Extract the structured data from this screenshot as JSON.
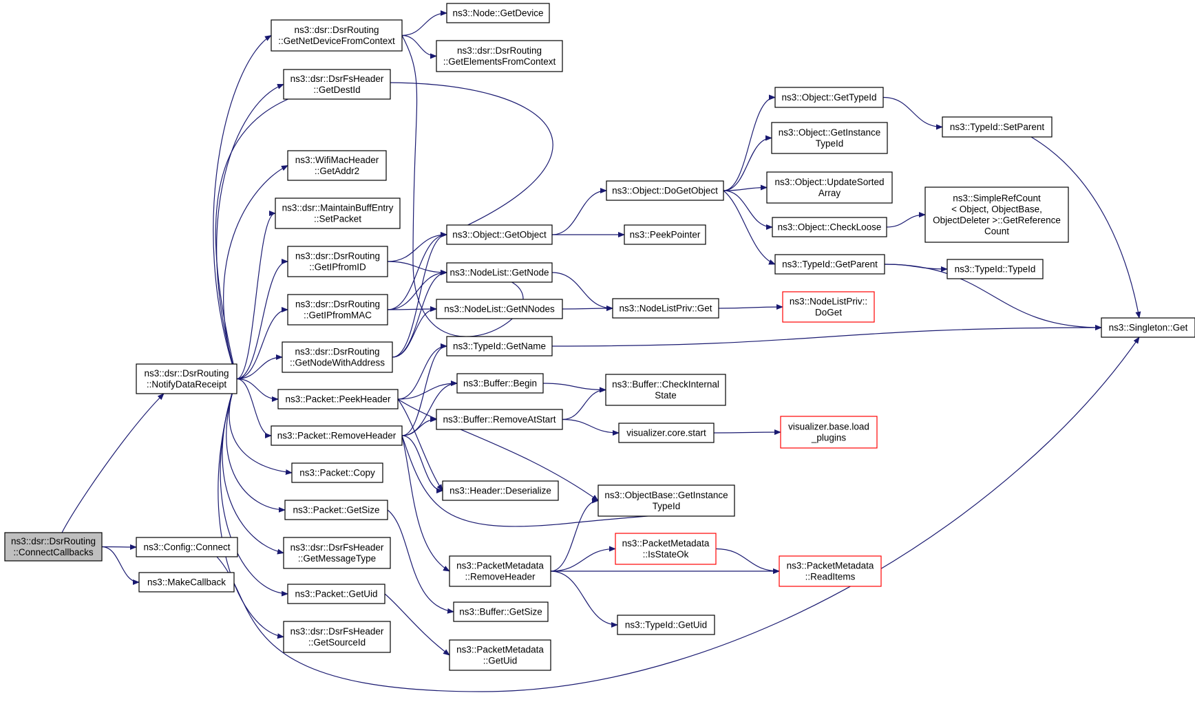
{
  "colors": {
    "edge": "#191970",
    "node_border": "#000000",
    "node_fill": "#ffffff",
    "root_fill": "#bfbfbf",
    "truncated_border": "#ff0000"
  },
  "nodes": {
    "n_connectcallbacks": {
      "lines": [
        "ns3::dsr::DsrRouting",
        "::ConnectCallbacks"
      ],
      "style": "root"
    },
    "n_notifydatareceipt": {
      "lines": [
        "ns3::dsr::DsrRouting",
        "::NotifyDataReceipt"
      ],
      "style": "normal"
    },
    "n_config_connect": {
      "lines": [
        "ns3::Config::Connect"
      ],
      "style": "normal"
    },
    "n_makecallback": {
      "lines": [
        "ns3::MakeCallback"
      ],
      "style": "normal"
    },
    "n_getnetdevicefromcontext": {
      "lines": [
        "ns3::dsr::DsrRouting",
        "::GetNetDeviceFromContext"
      ],
      "style": "normal"
    },
    "n_fs_getdestid": {
      "lines": [
        "ns3::dsr::DsrFsHeader",
        "::GetDestId"
      ],
      "style": "normal"
    },
    "n_wifi_getaddr2": {
      "lines": [
        "ns3::WifiMacHeader",
        "::GetAddr2"
      ],
      "style": "normal"
    },
    "n_maintain_setpacket": {
      "lines": [
        "ns3::dsr::MaintainBuffEntry",
        "::SetPacket"
      ],
      "style": "normal"
    },
    "n_getipfromid": {
      "lines": [
        "ns3::dsr::DsrRouting",
        "::GetIPfromID"
      ],
      "style": "normal"
    },
    "n_getipfrommac": {
      "lines": [
        "ns3::dsr::DsrRouting",
        "::GetIPfromMAC"
      ],
      "style": "normal"
    },
    "n_getnodewithaddress": {
      "lines": [
        "ns3::dsr::DsrRouting",
        "::GetNodeWithAddress"
      ],
      "style": "normal"
    },
    "n_packet_peekheader": {
      "lines": [
        "ns3::Packet::PeekHeader"
      ],
      "style": "normal"
    },
    "n_packet_removeheader": {
      "lines": [
        "ns3::Packet::RemoveHeader"
      ],
      "style": "normal"
    },
    "n_packet_copy": {
      "lines": [
        "ns3::Packet::Copy"
      ],
      "style": "normal"
    },
    "n_packet_getsize": {
      "lines": [
        "ns3::Packet::GetSize"
      ],
      "style": "normal"
    },
    "n_fs_getmessagetype": {
      "lines": [
        "ns3::dsr::DsrFsHeader",
        "::GetMessageType"
      ],
      "style": "normal"
    },
    "n_packet_getuid": {
      "lines": [
        "ns3::Packet::GetUid"
      ],
      "style": "normal"
    },
    "n_fs_getsourceid": {
      "lines": [
        "ns3::dsr::DsrFsHeader",
        "::GetSourceId"
      ],
      "style": "normal"
    },
    "n_node_getdevice": {
      "lines": [
        "ns3::Node::GetDevice"
      ],
      "style": "normal"
    },
    "n_getelementsfromcontext": {
      "lines": [
        "ns3::dsr::DsrRouting",
        "::GetElementsFromContext"
      ],
      "style": "normal"
    },
    "n_object_getobject": {
      "lines": [
        "ns3::Object::GetObject"
      ],
      "style": "normal"
    },
    "n_nodelist_getnode": {
      "lines": [
        "ns3::NodeList::GetNode"
      ],
      "style": "normal"
    },
    "n_nodelist_getnnodes": {
      "lines": [
        "ns3::NodeList::GetNNodes"
      ],
      "style": "normal"
    },
    "n_typeid_getname": {
      "lines": [
        "ns3::TypeId::GetName"
      ],
      "style": "normal"
    },
    "n_buffer_begin": {
      "lines": [
        "ns3::Buffer::Begin"
      ],
      "style": "normal"
    },
    "n_buffer_removeatstart": {
      "lines": [
        "ns3::Buffer::RemoveAtStart"
      ],
      "style": "normal"
    },
    "n_header_deserialize": {
      "lines": [
        "ns3::Header::Deserialize"
      ],
      "style": "normal"
    },
    "n_pm_removeheader": {
      "lines": [
        "ns3::PacketMetadata",
        "::RemoveHeader"
      ],
      "style": "normal"
    },
    "n_buffer_getsize": {
      "lines": [
        "ns3::Buffer::GetSize"
      ],
      "style": "normal"
    },
    "n_pm_getuid": {
      "lines": [
        "ns3::PacketMetadata",
        "::GetUid"
      ],
      "style": "normal"
    },
    "n_object_dogetobject": {
      "lines": [
        "ns3::Object::DoGetObject"
      ],
      "style": "normal"
    },
    "n_peekpointer": {
      "lines": [
        "ns3::PeekPointer"
      ],
      "style": "normal"
    },
    "n_nodelistpriv_get": {
      "lines": [
        "ns3::NodeListPriv::Get"
      ],
      "style": "normal"
    },
    "n_buffer_checkinternalstate": {
      "lines": [
        "ns3::Buffer::CheckInternal",
        "State"
      ],
      "style": "normal"
    },
    "n_visualizer_core_start": {
      "lines": [
        "visualizer.core.start"
      ],
      "style": "normal"
    },
    "n_objectbase_getinstancetypeid": {
      "lines": [
        "ns3::ObjectBase::GetInstance",
        "TypeId"
      ],
      "style": "normal"
    },
    "n_pm_isstateok": {
      "lines": [
        "ns3::PacketMetadata",
        "::IsStateOk"
      ],
      "style": "truncated"
    },
    "n_typeid_getuid": {
      "lines": [
        "ns3::TypeId::GetUid"
      ],
      "style": "normal"
    },
    "n_object_gettypeid": {
      "lines": [
        "ns3::Object::GetTypeId"
      ],
      "style": "normal"
    },
    "n_object_getinstancetypeid": {
      "lines": [
        "ns3::Object::GetInstance",
        "TypeId"
      ],
      "style": "normal"
    },
    "n_object_updatesortedarray": {
      "lines": [
        "ns3::Object::UpdateSorted",
        "Array"
      ],
      "style": "normal"
    },
    "n_object_checkloose": {
      "lines": [
        "ns3::Object::CheckLoose"
      ],
      "style": "normal"
    },
    "n_typeid_getparent": {
      "lines": [
        "ns3::TypeId::GetParent"
      ],
      "style": "normal"
    },
    "n_nodelistpriv_doget": {
      "lines": [
        "ns3::NodeListPriv::",
        "DoGet"
      ],
      "style": "truncated"
    },
    "n_visualizer_base_loadplugins": {
      "lines": [
        "visualizer.base.load",
        "_plugins"
      ],
      "style": "truncated"
    },
    "n_pm_readitems": {
      "lines": [
        "ns3::PacketMetadata",
        "::ReadItems"
      ],
      "style": "truncated"
    },
    "n_typeid_setparent": {
      "lines": [
        "ns3::TypeId::SetParent"
      ],
      "style": "normal"
    },
    "n_simplerefcount_getreferencecount": {
      "lines": [
        "ns3::SimpleRefCount",
        "< Object, ObjectBase,",
        "ObjectDeleter >::GetReference",
        "Count"
      ],
      "style": "normal"
    },
    "n_typeid_typeid": {
      "lines": [
        "ns3::TypeId::TypeId"
      ],
      "style": "normal"
    },
    "n_singleton_get": {
      "lines": [
        "ns3::Singleton::Get"
      ],
      "style": "normal"
    }
  }
}
